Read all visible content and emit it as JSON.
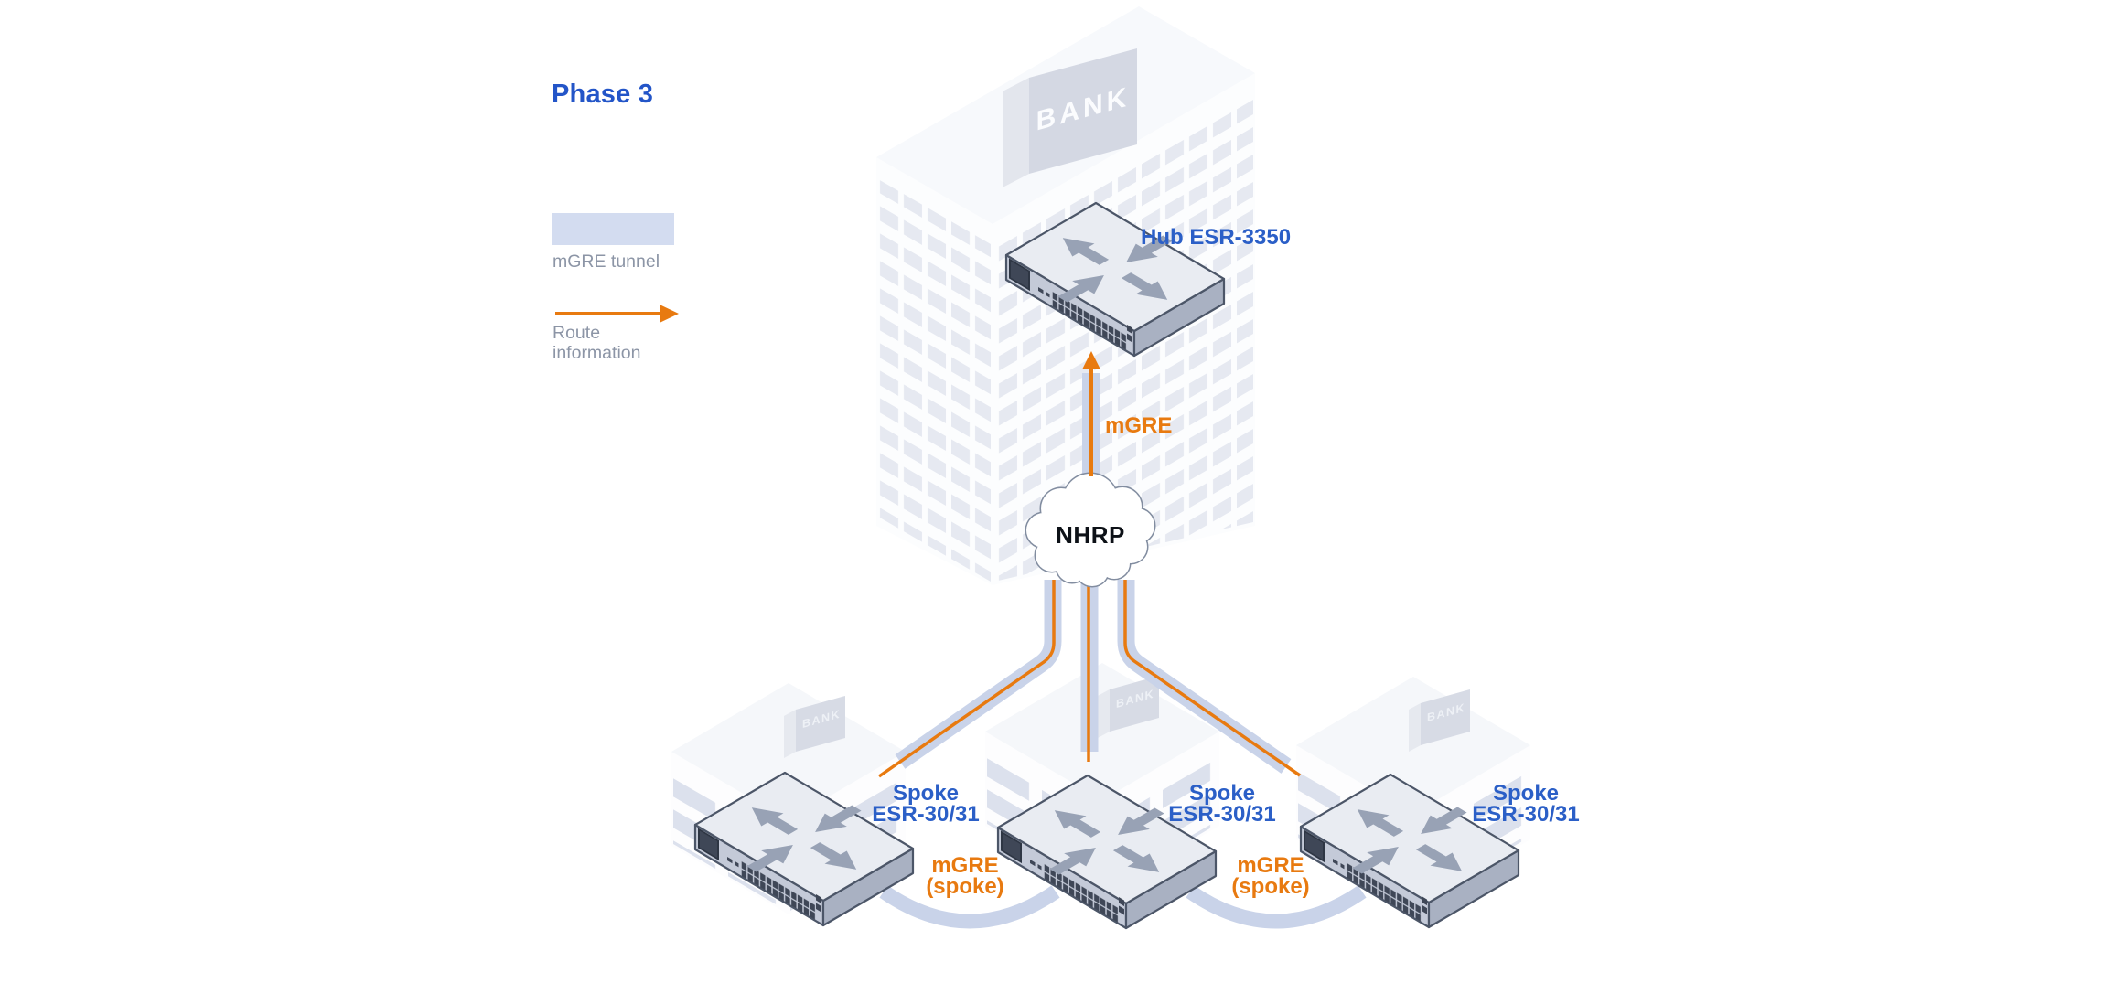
{
  "title": "Phase 3",
  "legend": {
    "tunnel_label": "mGRE tunnel",
    "route_label_line1": "Route",
    "route_label_line2": "information"
  },
  "hub": {
    "label": "Hub ESR-3350",
    "building_sign": "BANK",
    "tunnel_label": "mGRE"
  },
  "cloud": {
    "label": "NHRP"
  },
  "spokes": [
    {
      "label_line1": "Spoke",
      "label_line2": "ESR-30/31",
      "building_sign": "BANK"
    },
    {
      "label_line1": "Spoke",
      "label_line2": "ESR-30/31",
      "building_sign": "BANK"
    },
    {
      "label_line1": "Spoke",
      "label_line2": "ESR-30/31",
      "building_sign": "BANK"
    }
  ],
  "spoke_links": [
    {
      "label_line1": "mGRE",
      "label_line2": "(spoke)"
    },
    {
      "label_line1": "mGRE",
      "label_line2": "(spoke)"
    }
  ],
  "colors": {
    "accent_blue": "#2B5FC7",
    "title_blue": "#2355C8",
    "orange": "#E87A10",
    "tunnel_band": "#C9D3E9",
    "legend_swatch": "#D3DCF0",
    "muted_text": "#8C95A6",
    "cloud_outline": "#828DA0",
    "nhrp_text": "#0D1117",
    "router_top": "#E9ECF2",
    "router_front": "#C4CAD8",
    "router_side": "#A9B1C2",
    "router_outline": "#4C5668"
  }
}
